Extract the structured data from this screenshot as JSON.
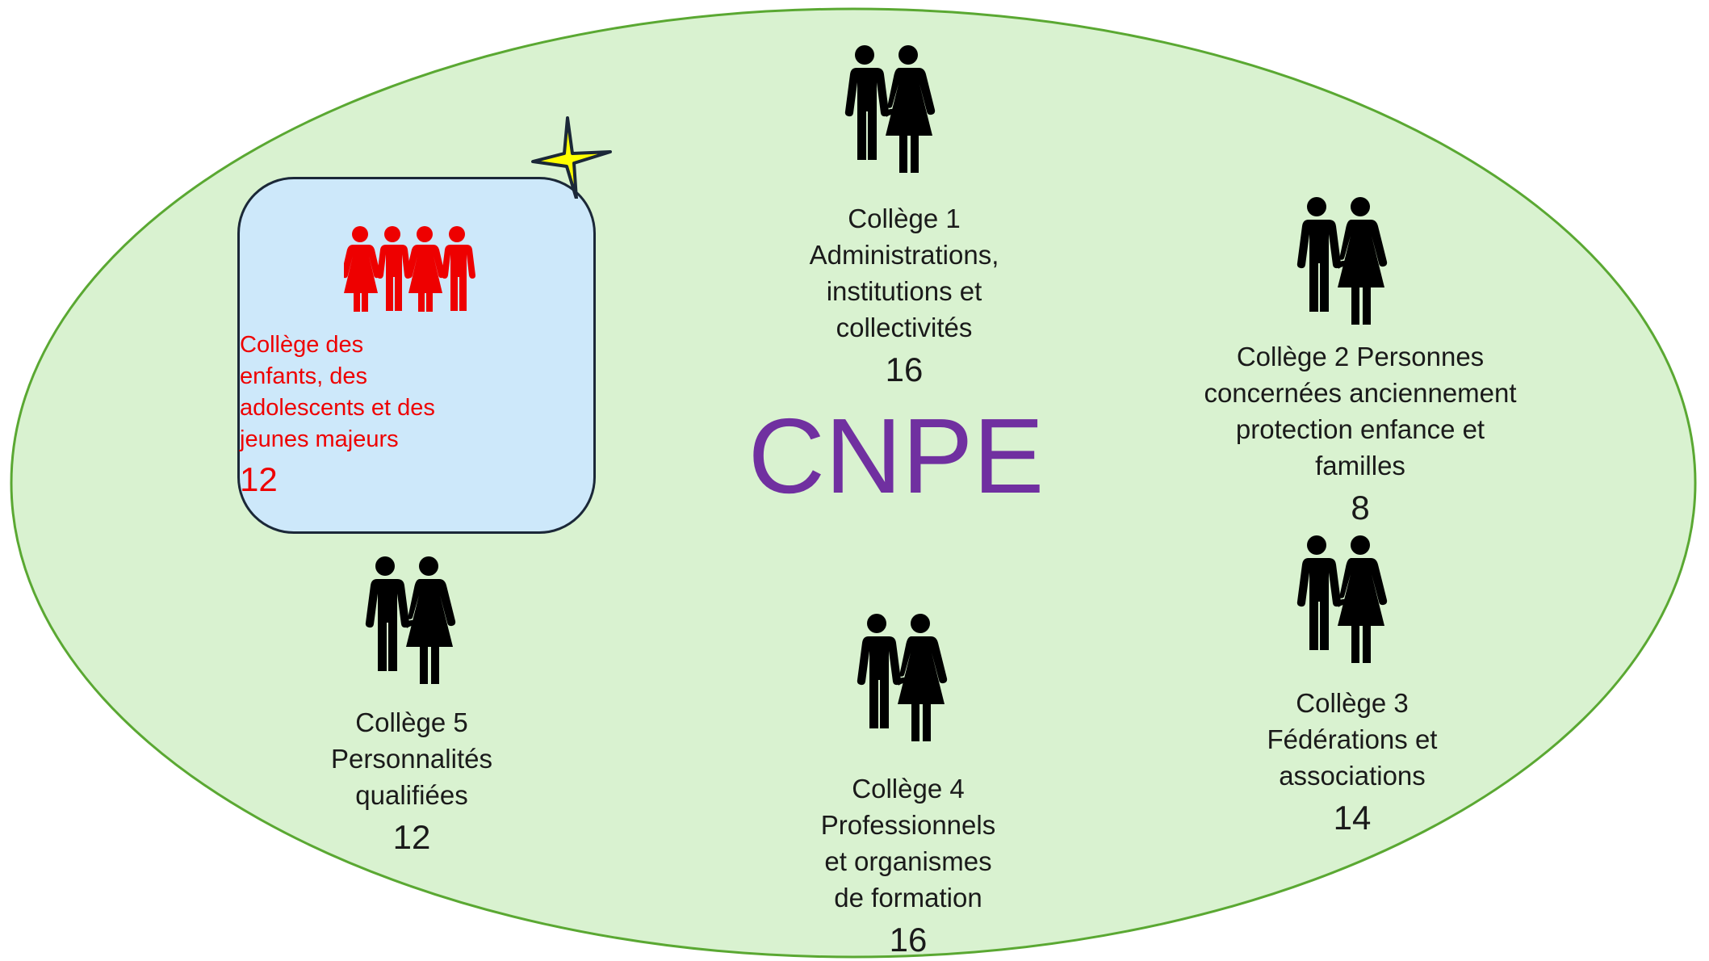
{
  "colors": {
    "ellipse_fill": "#d9f2d0",
    "ellipse_stroke": "#5aa832",
    "title": "#7030a0",
    "highlight_text": "#ee0000",
    "highlight_fill": "#cde8fa",
    "star": "#ffff00",
    "icon": "#000000"
  },
  "title": "CNPE",
  "colleges": {
    "children": {
      "label": "Collège des\nenfants, des\nadolescents et des\njeunes majeurs",
      "count": "12",
      "icon": "group-of-four-icon",
      "badge_icon": "star-icon"
    },
    "c1": {
      "label": "Collège 1\nAdministrations,\ninstitutions et\ncollectivités",
      "count": "16",
      "icon": "couple-icon"
    },
    "c2": {
      "label": "Collège 2 Personnes\nconcernées anciennement\nprotection enfance et\nfamilles",
      "count": "8",
      "icon": "couple-icon"
    },
    "c3": {
      "label": "Collège 3\nFédérations et\nassociations",
      "count": "14",
      "icon": "couple-icon"
    },
    "c4": {
      "label": "Collège 4\nProfessionnels\net organismes\nde formation",
      "count": "16",
      "icon": "couple-icon"
    },
    "c5": {
      "label": "Collège 5\nPersonnalités\nqualifiées",
      "count": "12",
      "icon": "couple-icon"
    }
  }
}
